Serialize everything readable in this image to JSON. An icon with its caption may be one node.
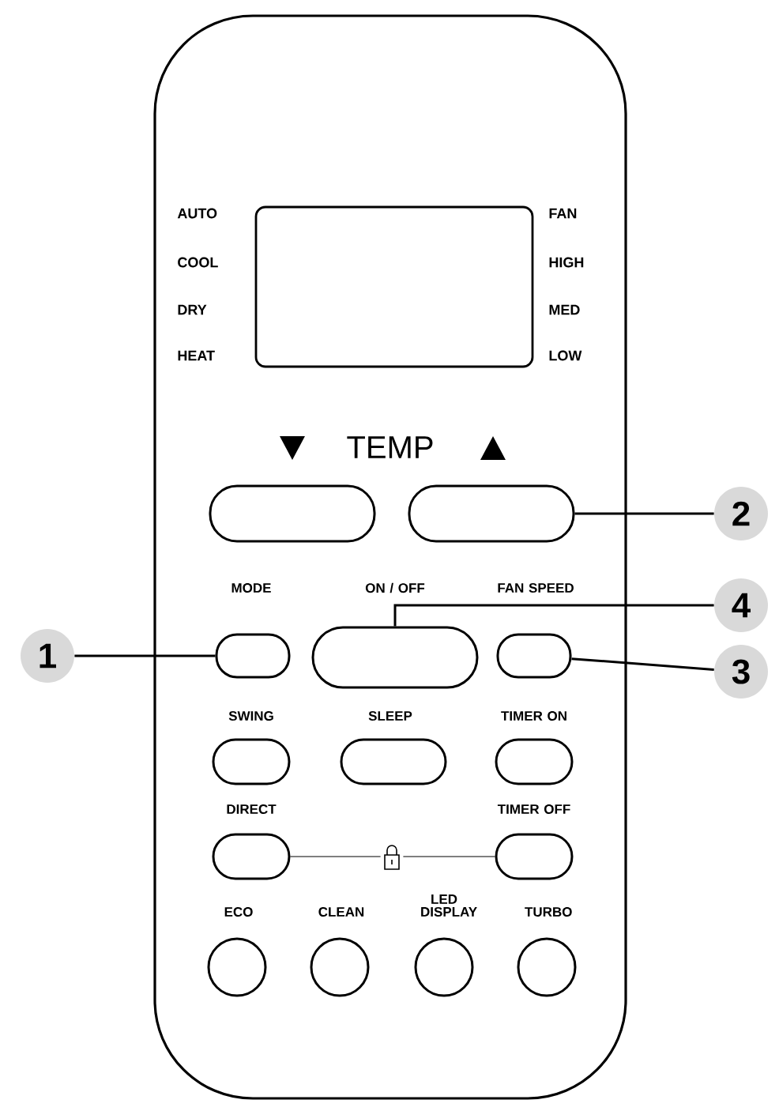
{
  "diagram": {
    "nodes": [
      {
        "text": [],
        "shape": "box"
      },
      {
        "text": [],
        "shape": "box"
      },
      {
        "text": [
          "2"
        ]
      },
      {
        "text": [
          "4"
        ]
      },
      {
        "text": [],
        "shape": "box",
        "beside": [
          "MODE"
        ]
      },
      {
        "text": [],
        "shape": "box",
        "beside": [
          "ON / OFF"
        ]
      },
      {
        "text": [],
        "shape": "box",
        "beside": [
          "FAN SPEED"
        ]
      },
      {
        "text": [
          "1"
        ]
      },
      {
        "text": [
          "3"
        ]
      },
      {
        "text": [],
        "shape": "box",
        "beside": [
          "SWING"
        ]
      },
      {
        "text": [],
        "shape": "box",
        "beside": [
          "SLEEP"
        ]
      },
      {
        "text": [],
        "shape": "box",
        "beside": [
          "TIMER ON"
        ]
      },
      {
        "text": [],
        "shape": "box",
        "beside": [
          "DIRECT"
        ]
      },
      {
        "text": [],
        "shape": "box",
        "beside": [
          "TIMER OFF"
        ]
      },
      {
        "text": [],
        "shape": "circle",
        "beside": [
          "ECO"
        ]
      },
      {
        "text": [],
        "shape": "circle",
        "beside": [
          "CLEAN"
        ]
      },
      {
        "text": [],
        "shape": "circle",
        "beside": [
          "LED DISPLAY"
        ]
      },
      {
        "text": [],
        "shape": "circle",
        "beside": [
          "TURBO"
        ]
      }
    ],
    "edges": [
      {
        "from": 2,
        "to": 1,
        "arrow": "none"
      },
      {
        "from": 3,
        "to": 5,
        "arrow": "none"
      },
      {
        "from": 7,
        "to": 4,
        "arrow": "none"
      },
      {
        "from": 8,
        "to": 6,
        "arrow": "none"
      },
      {
        "from": 12,
        "to": 13,
        "arrow": "none"
      }
    ],
    "labels": [
      "AUTO",
      "FAN",
      "COOL",
      "HIGH",
      "DRY",
      "MED",
      "HEAT",
      "LOW",
      "TEMP"
    ]
  }
}
